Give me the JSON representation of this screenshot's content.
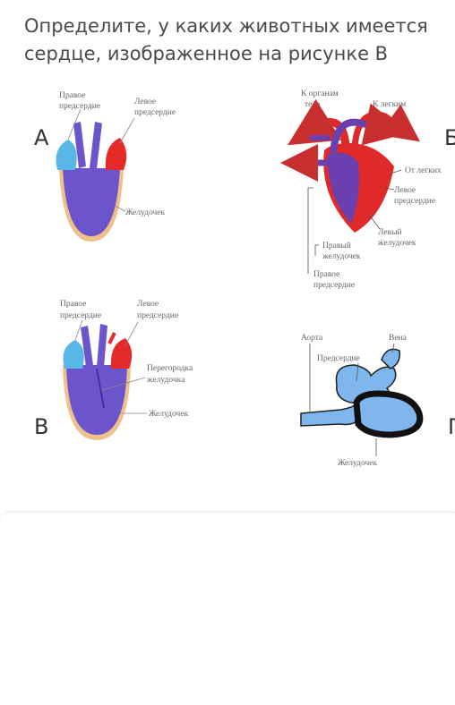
{
  "question": "Определите, у каких животных имеется сердце, изображенное на рисунке В",
  "panels": {
    "A": {
      "letter": "А",
      "right_atrium": [
        "Правое",
        "предсердие"
      ],
      "left_atrium": [
        "Левое",
        "предсердие"
      ],
      "ventricle": "Желудочек"
    },
    "B_top": {
      "letter": "Б",
      "to_body": [
        "К органам",
        "тела"
      ],
      "to_lungs": "К легким",
      "from_lungs": "От легких",
      "left_atrium": [
        "Левое",
        "предсердие"
      ],
      "left_ventricle": [
        "Левый",
        "желудочек"
      ],
      "right_ventricle": [
        "Правый",
        "желудочек"
      ],
      "right_atrium": [
        "Правое",
        "предсердие"
      ]
    },
    "V": {
      "letter": "В",
      "right_atrium": [
        "Правое",
        "предсердие"
      ],
      "left_atrium": [
        "Левое",
        "предсердие"
      ],
      "septum": [
        "Перегородка",
        "желудочка"
      ],
      "ventricle": "Желудочек"
    },
    "G": {
      "letter": "Г",
      "aorta": "Аорта",
      "vein": "Вена",
      "atrium": "Предсердие",
      "ventricle": "Желудочек"
    }
  },
  "colors": {
    "oxygen_poor": "#3a6fd8",
    "oxygen_rich": "#e02a2a",
    "mixed": "#7a5ad0",
    "fish_heart": "#7fb6ee",
    "outline": "#e8b27a"
  }
}
